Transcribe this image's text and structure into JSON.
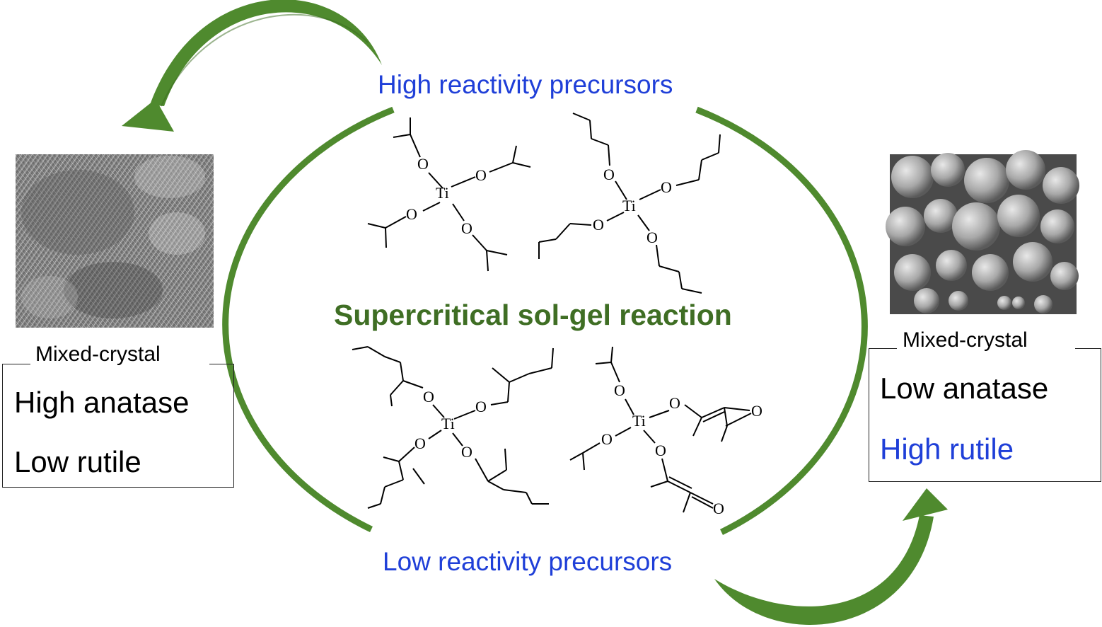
{
  "title": "Supercritical sol-gel reaction",
  "top_label": "High reactivity precursors",
  "bottom_label": "Low reactivity precursors",
  "left_panel": {
    "caption": "Mixed-crystal",
    "line1": "High anatase",
    "line2": "Low rutile",
    "line1_color": "#000000",
    "line2_color": "#000000"
  },
  "right_panel": {
    "caption": "Mixed-crystal",
    "line1": "Low anatase",
    "line2": "High rutile",
    "line1_color": "#000000",
    "line2_color": "#1f3fd8"
  },
  "molecule_labels": {
    "ti": "Ti",
    "o": "O"
  },
  "colors": {
    "arc_green": "#4f8a2e",
    "label_blue": "#1f3fd8",
    "title_green": "#3f6e24"
  }
}
